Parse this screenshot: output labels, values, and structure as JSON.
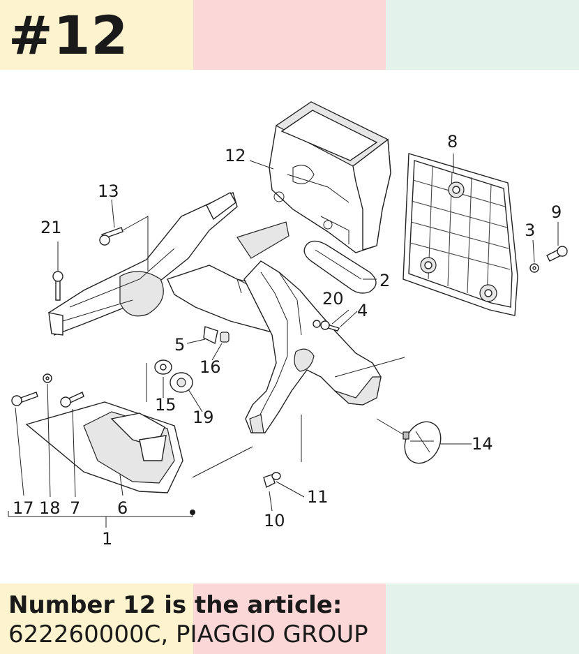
{
  "header": {
    "title": "#12"
  },
  "colors": {
    "band_yellow": "#fdf3cf",
    "band_pink": "#fbd7d7",
    "band_mint": "#e3f3ec",
    "ink": "#1a1a1a"
  },
  "diagram": {
    "callouts": [
      {
        "id": "c12",
        "text": "12"
      },
      {
        "id": "c8",
        "text": "8"
      },
      {
        "id": "c13",
        "text": "13"
      },
      {
        "id": "c21",
        "text": "21"
      },
      {
        "id": "c9",
        "text": "9"
      },
      {
        "id": "c3",
        "text": "3"
      },
      {
        "id": "c2",
        "text": "2"
      },
      {
        "id": "c20",
        "text": "20"
      },
      {
        "id": "c4",
        "text": "4"
      },
      {
        "id": "c5",
        "text": "5"
      },
      {
        "id": "c16",
        "text": "16"
      },
      {
        "id": "c15",
        "text": "15"
      },
      {
        "id": "c19",
        "text": "19"
      },
      {
        "id": "c14",
        "text": "14"
      },
      {
        "id": "c11",
        "text": "11"
      },
      {
        "id": "c10",
        "text": "10"
      },
      {
        "id": "c17",
        "text": "17"
      },
      {
        "id": "c18",
        "text": "18"
      },
      {
        "id": "c7",
        "text": "7"
      },
      {
        "id": "c6",
        "text": "6"
      },
      {
        "id": "c1",
        "text": "1"
      }
    ]
  },
  "footer": {
    "line1": "Number 12 is the article:",
    "line2": "622260000C, PIAGGIO GROUP"
  }
}
